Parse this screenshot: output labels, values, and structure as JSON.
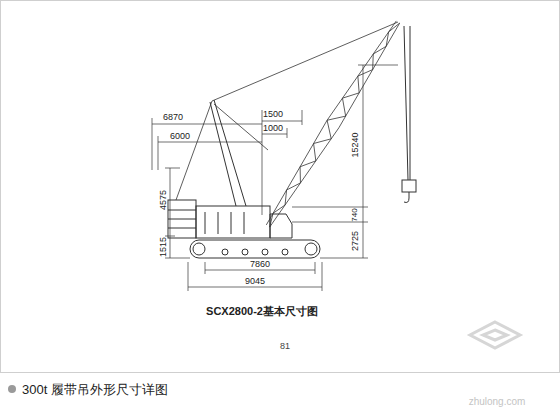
{
  "diagram": {
    "caption": "SCX2800-2基本尺寸图",
    "labels": [
      "6870",
      "1500",
      "1000",
      "6000",
      "15240",
      "740",
      "4575",
      "1515",
      "2725",
      "7860",
      "9045",
      "81",
      "300t 履带吊外形尺寸详图",
      "zhulong.com"
    ]
  }
}
